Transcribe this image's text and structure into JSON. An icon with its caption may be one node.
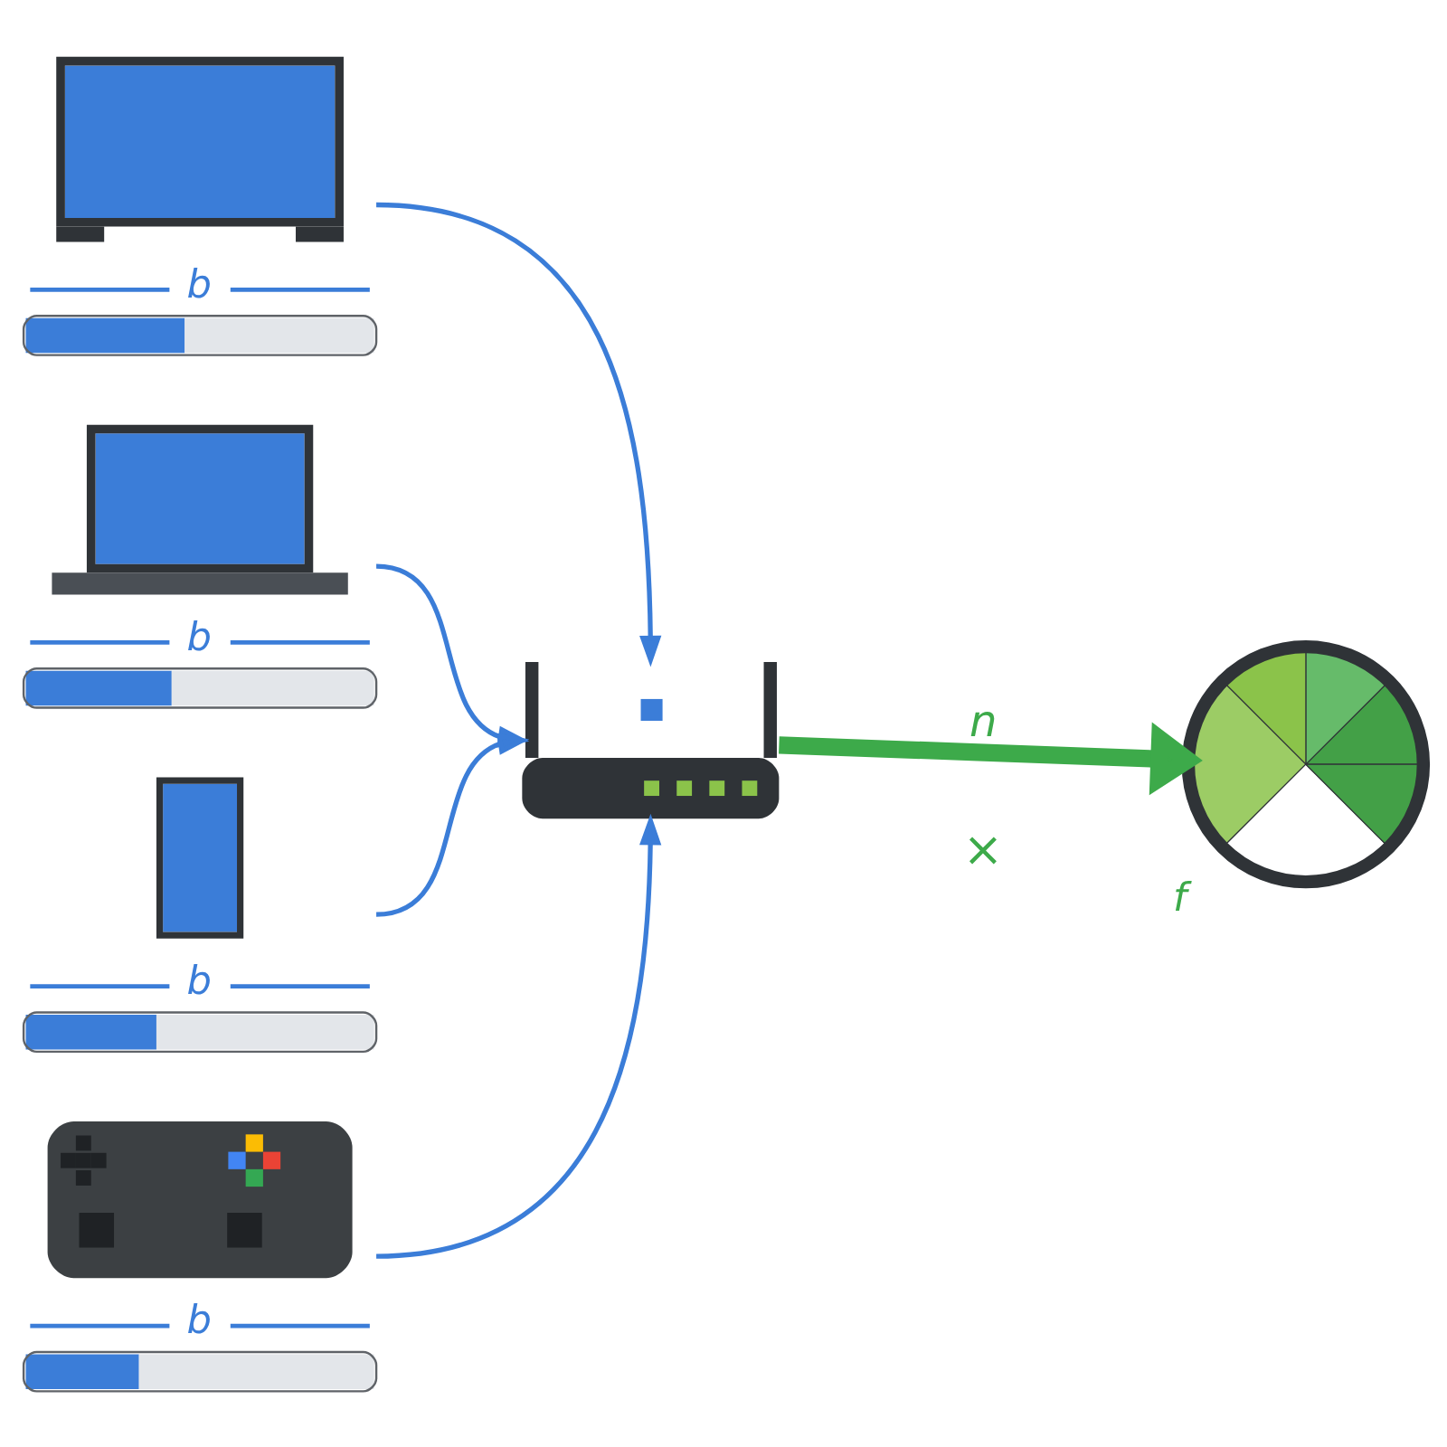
{
  "diagram": {
    "nodes": [
      {
        "text": [
          "b"
        ]
      },
      {
        "text": [
          "b"
        ]
      },
      {
        "text": [
          "b"
        ]
      },
      {
        "text": [
          "b"
        ]
      },
      {
        "text": [],
        "shape": "picture"
      },
      {
        "text": [],
        "shape": "picture",
        "beside": [
          "f"
        ]
      }
    ],
    "edges": [
      {
        "from": 0,
        "to": 4,
        "arrow": "to"
      },
      {
        "from": 1,
        "to": 4,
        "arrow": "to"
      },
      {
        "from": 2,
        "to": 4,
        "arrow": "to"
      },
      {
        "from": 3,
        "to": 4,
        "arrow": "to"
      },
      {
        "from": 4,
        "to": 5,
        "arrow": "to",
        "label": "n",
        "style": "thick",
        "color": "#3daa4a"
      }
    ],
    "labels": [
      "×"
    ]
  }
}
